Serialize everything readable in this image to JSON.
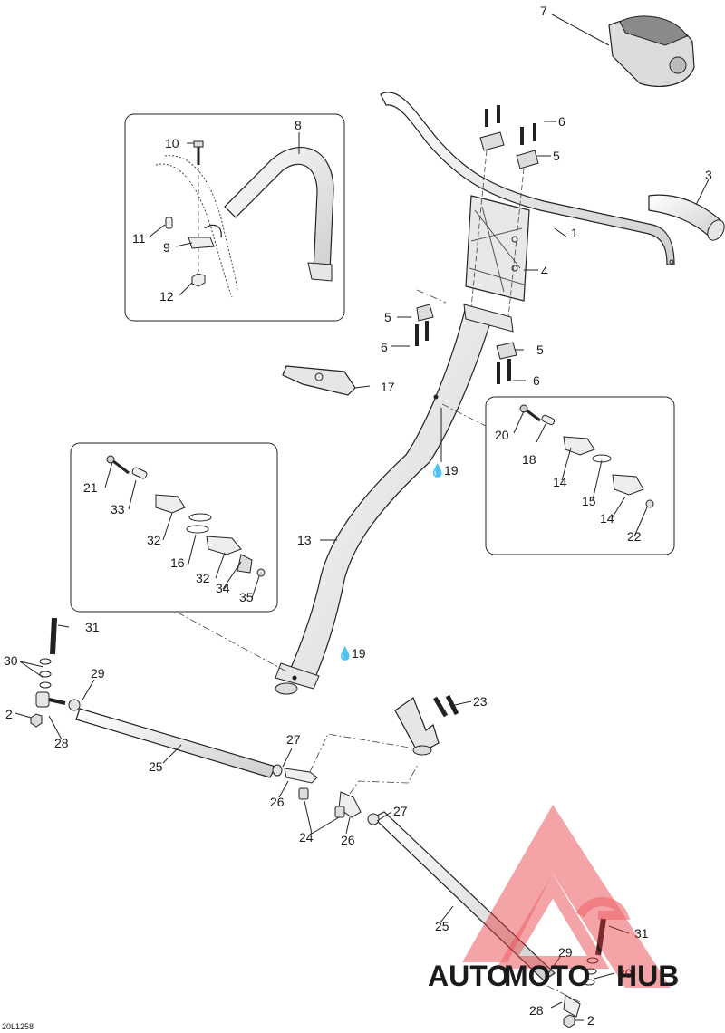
{
  "diagram": {
    "code": "20L1258",
    "oil_symbol": "💧",
    "callouts": {
      "c1": "1",
      "c2a": "2",
      "c2b": "2",
      "c3": "3",
      "c4": "4",
      "c5a": "5",
      "c5b": "5",
      "c5c": "5",
      "c6a": "6",
      "c6b": "6",
      "c6c": "6",
      "c7": "7",
      "c8": "8",
      "c9": "9",
      "c10": "10",
      "c11": "11",
      "c12": "12",
      "c13": "13",
      "c14a": "14",
      "c14b": "14",
      "c15": "15",
      "c16": "16",
      "c17": "17",
      "c18": "18",
      "c19a": "19",
      "c19b": "19",
      "c20": "20",
      "c21": "21",
      "c22": "22",
      "c23": "23",
      "c24": "24",
      "c25a": "25",
      "c25b": "25",
      "c26a": "26",
      "c26b": "26",
      "c27a": "27",
      "c27b": "27",
      "c28a": "28",
      "c28b": "28",
      "c29a": "29",
      "c29b": "29",
      "c30a": "30",
      "c30b": "30",
      "c31a": "31",
      "c31b": "31",
      "c32a": "32",
      "c32b": "32",
      "c33": "33",
      "c34": "34",
      "c35": "35"
    }
  },
  "watermark": {
    "text_auto": "AUTO",
    "text_moto": "MOTO",
    "text_hub": "HUB",
    "color_primary": "#e8333a",
    "color_secondary": "#f5a623",
    "color_dark": "#2b2b2b"
  }
}
